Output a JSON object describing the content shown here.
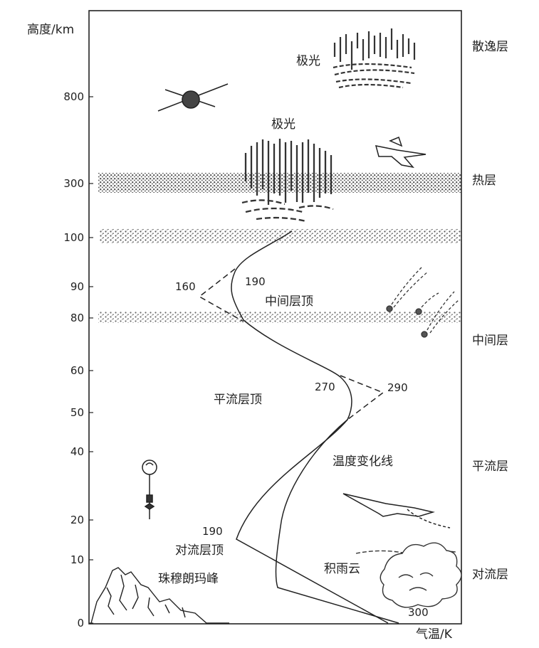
{
  "axes": {
    "y_label": "高度/km",
    "x_label": "气温/K",
    "y_ticks": [
      "0",
      "10",
      "20",
      "40",
      "50",
      "60",
      "80",
      "90",
      "100",
      "300",
      "800"
    ]
  },
  "layers": {
    "exosphere": "散逸层",
    "thermosphere": "热层",
    "mesosphere": "中间层",
    "stratosphere": "平流层",
    "troposphere": "对流层"
  },
  "annotations": {
    "aurora_upper": "极光",
    "aurora_lower": "极光",
    "mesopause": "中间层顶",
    "stratopause": "平流层顶",
    "tropopause": "对流层顶",
    "temperature_curve": "温度变化线",
    "cumulonimbus": "积雨云",
    "everest": "珠穆朗玛峰"
  },
  "temperatures": {
    "t160": "160",
    "t190_upper": "190",
    "t270": "270",
    "t290": "290",
    "t190_lower": "190",
    "t300": "300"
  },
  "colors": {
    "ink": "#222222",
    "haze": "#555555"
  }
}
